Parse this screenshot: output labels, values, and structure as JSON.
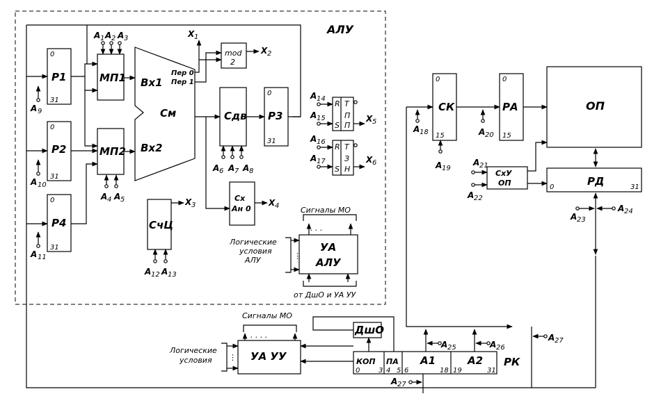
{
  "alu": {
    "title": "АЛУ"
  },
  "registers": {
    "p1": "Р1",
    "p2": "Р2",
    "p4": "Р4",
    "p3": "Р3",
    "ck": "СК",
    "pa": "РА",
    "pd": "РД",
    "rk": "РК"
  },
  "blocks": {
    "mp1": "МП1",
    "mp2": "МП2",
    "sm": "См",
    "vx1": "Вх1",
    "vx2": "Вх2",
    "per0": "Пер 0",
    "per1": "Пер 1",
    "mod2_a": "mod",
    "mod2_b": "2",
    "sdv": "Сдв",
    "schc": "СчЦ",
    "sx_a": "Сх",
    "sx_b": "Ан 0",
    "op": "ОП",
    "sxu_a": "СхУ",
    "sxu_b": "ОП",
    "dsho": "ДшО",
    "ua_alu_a": "УА",
    "ua_alu_b": "АЛУ",
    "ua_uu": "УА  УУ"
  },
  "bits": {
    "zero": "0",
    "b31": "31",
    "b15": "15"
  },
  "trigger1": {
    "r": "R",
    "s": "S",
    "t": "T",
    "l2": "П",
    "l3": "П"
  },
  "trigger2": {
    "r": "R",
    "s": "S",
    "t": "T",
    "l2": "З",
    "l3": "Н"
  },
  "outputs": {
    "x1": "X",
    "s1": "1",
    "x2": "X",
    "s2": "2",
    "x3": "X",
    "s3": "3",
    "x4": "X",
    "s4": "4",
    "x5": "X",
    "s5": "5",
    "x6": "X",
    "s6": "6"
  },
  "signals": {
    "a1": "A",
    "n1": "1",
    "a2": "A",
    "n2": "2",
    "a3": "A",
    "n3": "3",
    "a4": "A",
    "n4": "4",
    "a5": "A",
    "n5": "5",
    "a6": "A",
    "n6": "6",
    "a7": "A",
    "n7": "7",
    "a8": "A",
    "n8": "8",
    "a9": "A",
    "n9": "9",
    "a10": "A",
    "n10": "10",
    "a11": "A",
    "n11": "11",
    "a12": "A",
    "n12": "12",
    "a13": "A",
    "n13": "13",
    "a14": "A",
    "n14": "14",
    "a15": "A",
    "n15": "15",
    "a16": "A",
    "n16": "16",
    "a17": "A",
    "n17": "17",
    "a18": "A",
    "n18": "18",
    "a19": "A",
    "n19": "19",
    "a20": "A",
    "n20": "20",
    "a21": "A",
    "n21": "21",
    "a22": "A",
    "n22": "22",
    "a23": "A",
    "n23": "23",
    "a24": "A",
    "n24": "24",
    "a25": "A",
    "n25": "25",
    "a26": "A",
    "n26": "26",
    "a27": "A",
    "n27": "27",
    "a27b": "A",
    "n27b": "27"
  },
  "captions": {
    "mo_signals_alu": "Сигналы МО",
    "logic_alu_1": "Логические",
    "logic_alu_2": "условия",
    "logic_alu_3": "АЛУ",
    "from_dsho": "от ДшО и УА УУ",
    "mo_signals_uu": "Сигналы МО",
    "logic_uu_1": "Логические",
    "logic_uu_2": "условия"
  },
  "rk_fields": {
    "kop": "КОП",
    "pa": "ПА",
    "a1": "А1",
    "a2": "А2",
    "b0": "0",
    "b3": "3",
    "b4": "4",
    "b5": "5",
    "b6": "6",
    "b18": "18",
    "b19": "19",
    "b31": "31"
  },
  "dots": {
    "mo_alu": ". . .",
    "mo_uu": ". . . .",
    "vert": "⋮"
  }
}
